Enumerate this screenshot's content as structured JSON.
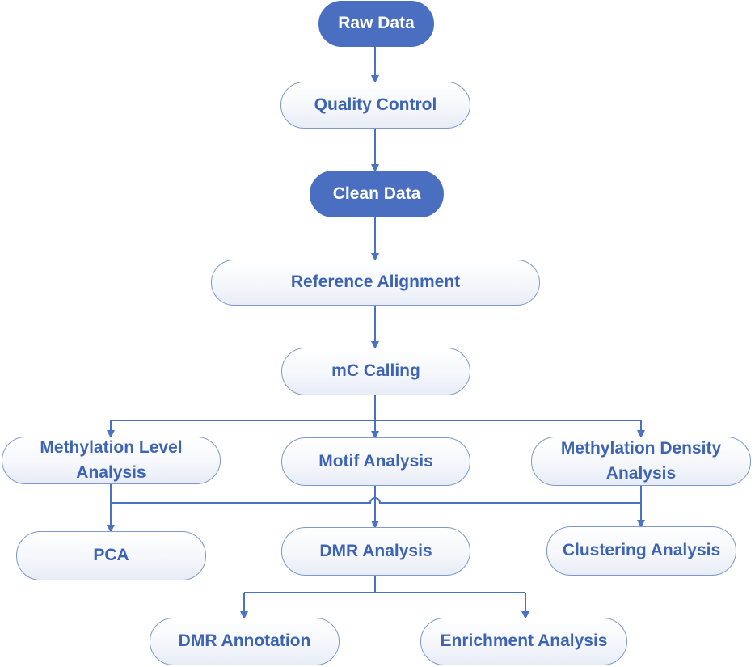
{
  "colors": {
    "accent": "#4a6fc1",
    "text": "#3d64b4",
    "connector": "#4a72c4",
    "node_border": "#7f98c9"
  },
  "nodes": {
    "raw_data": "Raw Data",
    "quality_control": "Quality Control",
    "clean_data": "Clean Data",
    "reference_alignment": "Reference Alignment",
    "mc_calling": "mC Calling",
    "methylation_level": {
      "line1": "Methylation Level",
      "line2": "Analysis"
    },
    "motif_analysis": "Motif Analysis",
    "methylation_density": {
      "line1": "Methylation Density",
      "line2": "Analysis"
    },
    "pca": "PCA",
    "dmr_analysis": "DMR Analysis",
    "clustering_analysis": "Clustering Analysis",
    "dmr_annotation": "DMR Annotation",
    "enrichment_analysis": "Enrichment Analysis"
  }
}
